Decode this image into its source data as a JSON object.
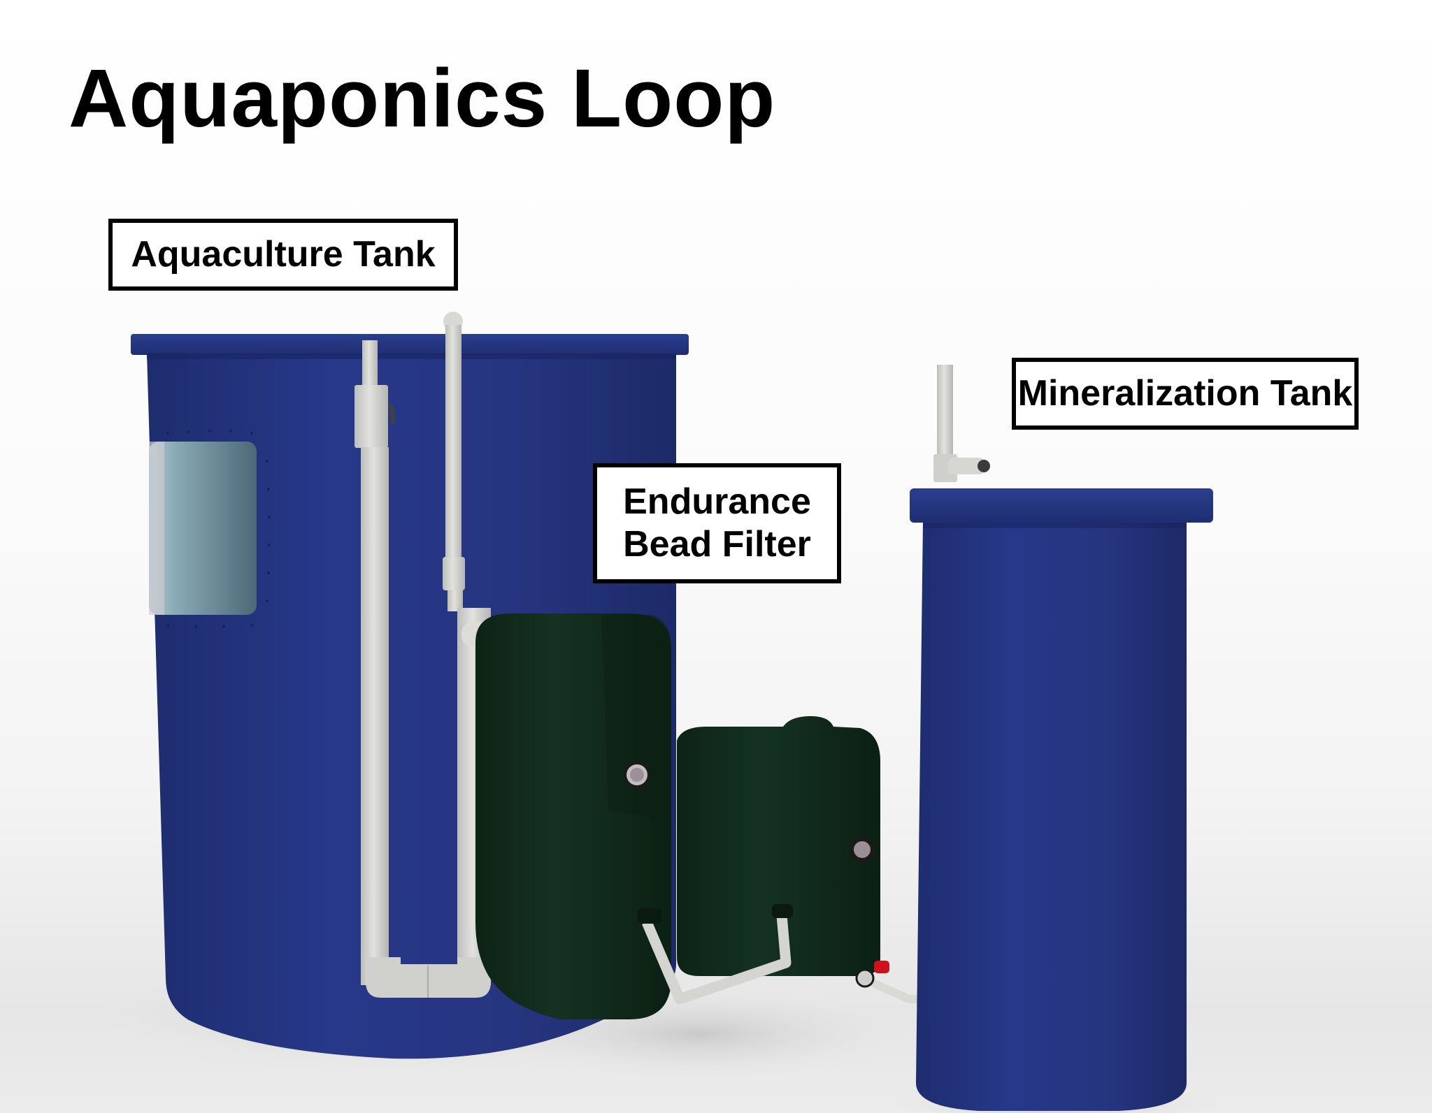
{
  "title": "Aquaponics Loop",
  "labels": {
    "aquaculture_tank": "Aquaculture Tank",
    "bead_filter_line1": "Endurance",
    "bead_filter_line2": "Bead Filter",
    "mineralization_tank": "Mineralization Tank"
  },
  "components": [
    {
      "id": "aquaculture-tank",
      "label": "Aquaculture Tank",
      "shape": "cylinder-with-viewing-window",
      "color": "#24357a"
    },
    {
      "id": "bead-filter",
      "label": "Endurance Bead Filter",
      "shape": "two-chamber-molded-filter",
      "color": "#102a1a"
    },
    {
      "id": "mineralization-tank",
      "label": "Mineralization Tank",
      "shape": "cylinder",
      "color": "#25336e"
    }
  ],
  "connections": [
    {
      "from": "aquaculture-tank",
      "to": "bead-filter",
      "type": "pvc-pipe"
    },
    {
      "from": "bead-filter",
      "to": "mineralization-tank",
      "type": "pvc-pipe-with-red-valve"
    }
  ],
  "colors": {
    "tank_blue": "#24357a",
    "tank_rim": "#2a3b88",
    "filter_green": "#102a1a",
    "pipe_gray": "#d2d2cf",
    "window_glass": "#6f8d98",
    "valve_red": "#d0101a",
    "label_border": "#000000"
  }
}
